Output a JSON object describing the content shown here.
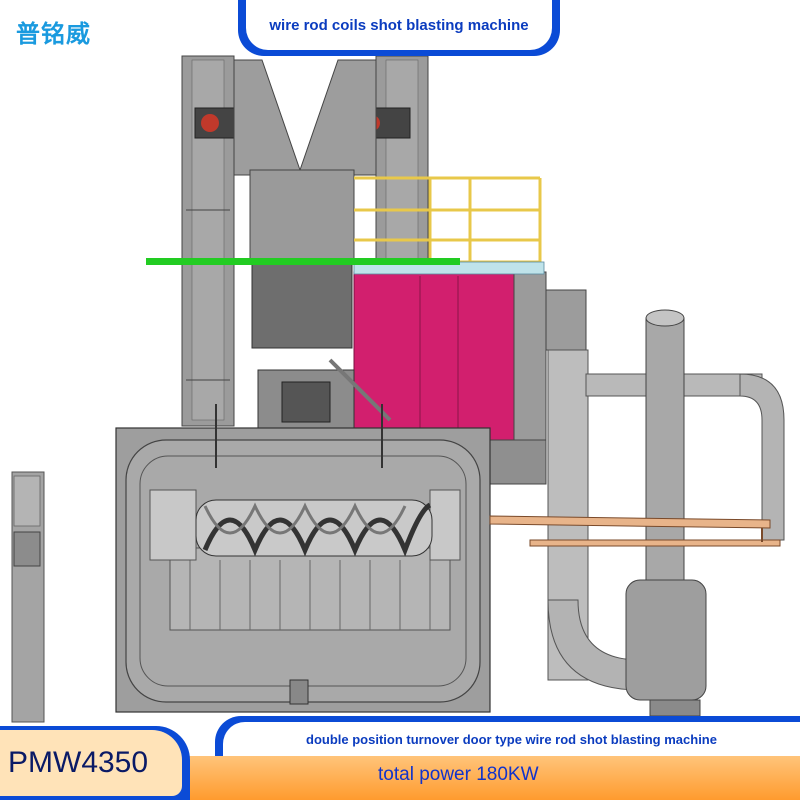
{
  "brand": {
    "logo_text": "普铭威"
  },
  "header": {
    "title": "wire rod coils shot blasting machine"
  },
  "footer": {
    "subtitle": "double position turnover door type wire rod shot blasting machine",
    "model": "PMW4350",
    "power": "total power 180KW"
  },
  "colors": {
    "accent_blue": "#0b4bd6",
    "orange_bar": "#ff9b2e",
    "machine_gray": "#9a9a9a",
    "magenta_panel": "#d21f6e",
    "rail_yellow": "#e8c84a",
    "green_bar": "#22cc22"
  }
}
